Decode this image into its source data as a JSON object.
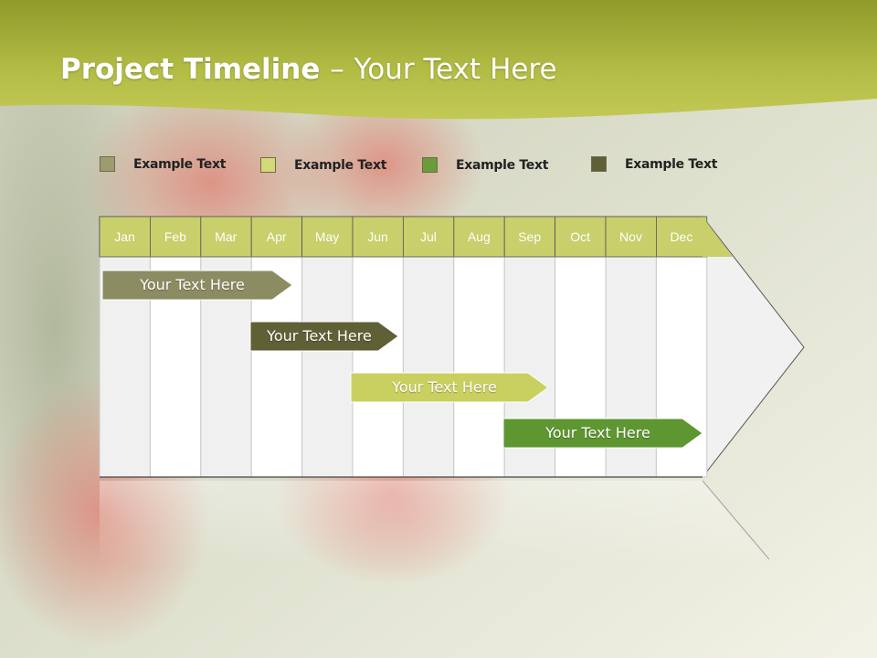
{
  "slide": {
    "title_main": "Project Timeline",
    "title_dash": "–",
    "title_sub": "Your Text Here"
  },
  "colors": {
    "header_band": "#a9b43a",
    "month_header": "#c8cf6b",
    "stripe_light": "#ffffff",
    "stripe_gray": "#f0f0f0",
    "legend_1": "#9c9c70",
    "legend_2": "#d3d878",
    "legend_3": "#6b9c3a",
    "legend_4": "#5f6036"
  },
  "legend": [
    {
      "label": "Example Text",
      "color": "#9c9c70"
    },
    {
      "label": "Example Text",
      "color": "#d3d878"
    },
    {
      "label": "Example Text",
      "color": "#6b9c3a"
    },
    {
      "label": "Example Text",
      "color": "#5f6036"
    }
  ],
  "months": [
    "Jan",
    "Feb",
    "Mar",
    "Apr",
    "May",
    "Jun",
    "Jul",
    "Aug",
    "Sep",
    "Oct",
    "Nov",
    "Dec"
  ],
  "tasks": [
    {
      "label": "Your  Text Here",
      "color": "#8c8c62"
    },
    {
      "label": "Your  Text Here",
      "color": "#5f6036"
    },
    {
      "label": "Your  Text Here",
      "color": "#c9d060"
    },
    {
      "label": "Your  Text Here",
      "color": "#5e9632"
    }
  ]
}
